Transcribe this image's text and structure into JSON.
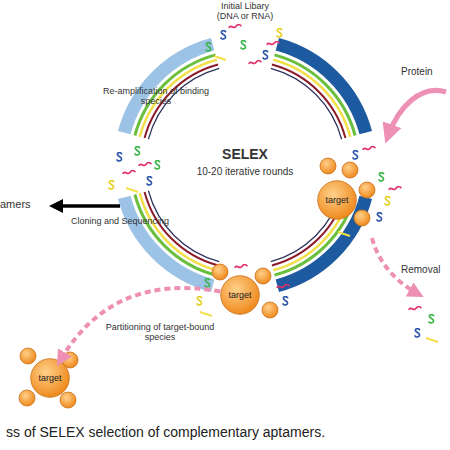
{
  "diagram": {
    "caption": "ss of SELEX selection of complementary aptamers.",
    "nodes": [
      {
        "text": [
          "target"
        ]
      },
      {
        "text": [
          "target"
        ]
      },
      {
        "text": [
          "target"
        ]
      }
    ],
    "edges": [
      {
        "from": 1,
        "to": 2,
        "arrow": "to"
      }
    ],
    "labels": [
      "Initial Libary (DNA or RNA)",
      "Protein",
      "Re-amplification of binding species",
      "SELEX",
      "10-20 iterative rounds",
      "amers",
      "Cloning and Sequencing",
      "Removal",
      "Partitioning of target-bound species"
    ]
  }
}
